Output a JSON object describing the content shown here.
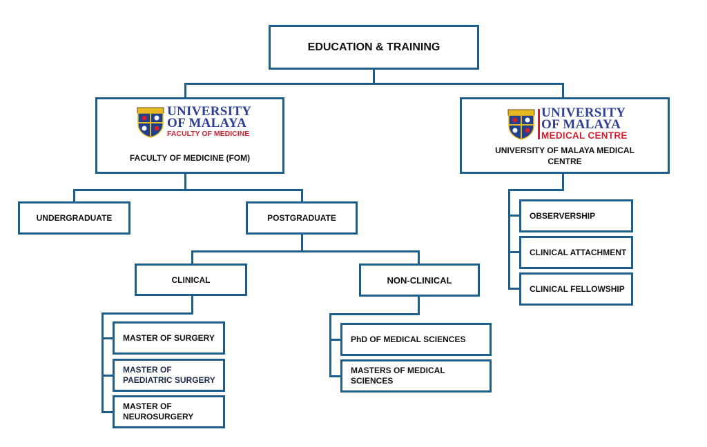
{
  "root": {
    "label": "EDUCATION & TRAINING"
  },
  "fom": {
    "logo_name": "UNIVERSITY\nOF MALAYA",
    "logo_sub": "FACULTY OF MEDICINE",
    "label": "FACULTY OF MEDICINE (FOM)"
  },
  "ummc": {
    "logo_name": "UNIVERSITY\nOF MALAYA",
    "logo_sub": "MEDICAL CENTRE",
    "label": "UNIVERSITY OF MALAYA MEDICAL CENTRE",
    "items": [
      "OBSERVERSHIP",
      "CLINICAL ATTACHMENT",
      "CLINICAL FELLOWSHIP"
    ]
  },
  "undergraduate": {
    "label": "UNDERGRADUATE"
  },
  "postgraduate": {
    "label": "POSTGRADUATE"
  },
  "clinical": {
    "label": "CLINICAL",
    "items": [
      "MASTER OF SURGERY",
      "MASTER OF PAEDIATRIC SURGERY",
      "MASTER OF NEUROSURGERY"
    ]
  },
  "nonclinical": {
    "label": "NON-CLINICAL",
    "items": [
      "PhD OF MEDICAL SCIENCES",
      "MASTERS OF MEDICAL SCIENCES"
    ]
  },
  "colors": {
    "border": "#1d5f8a",
    "brand_blue": "#2e3f94",
    "brand_red": "#d2202f"
  },
  "icons": [
    "university-crest-icon"
  ]
}
